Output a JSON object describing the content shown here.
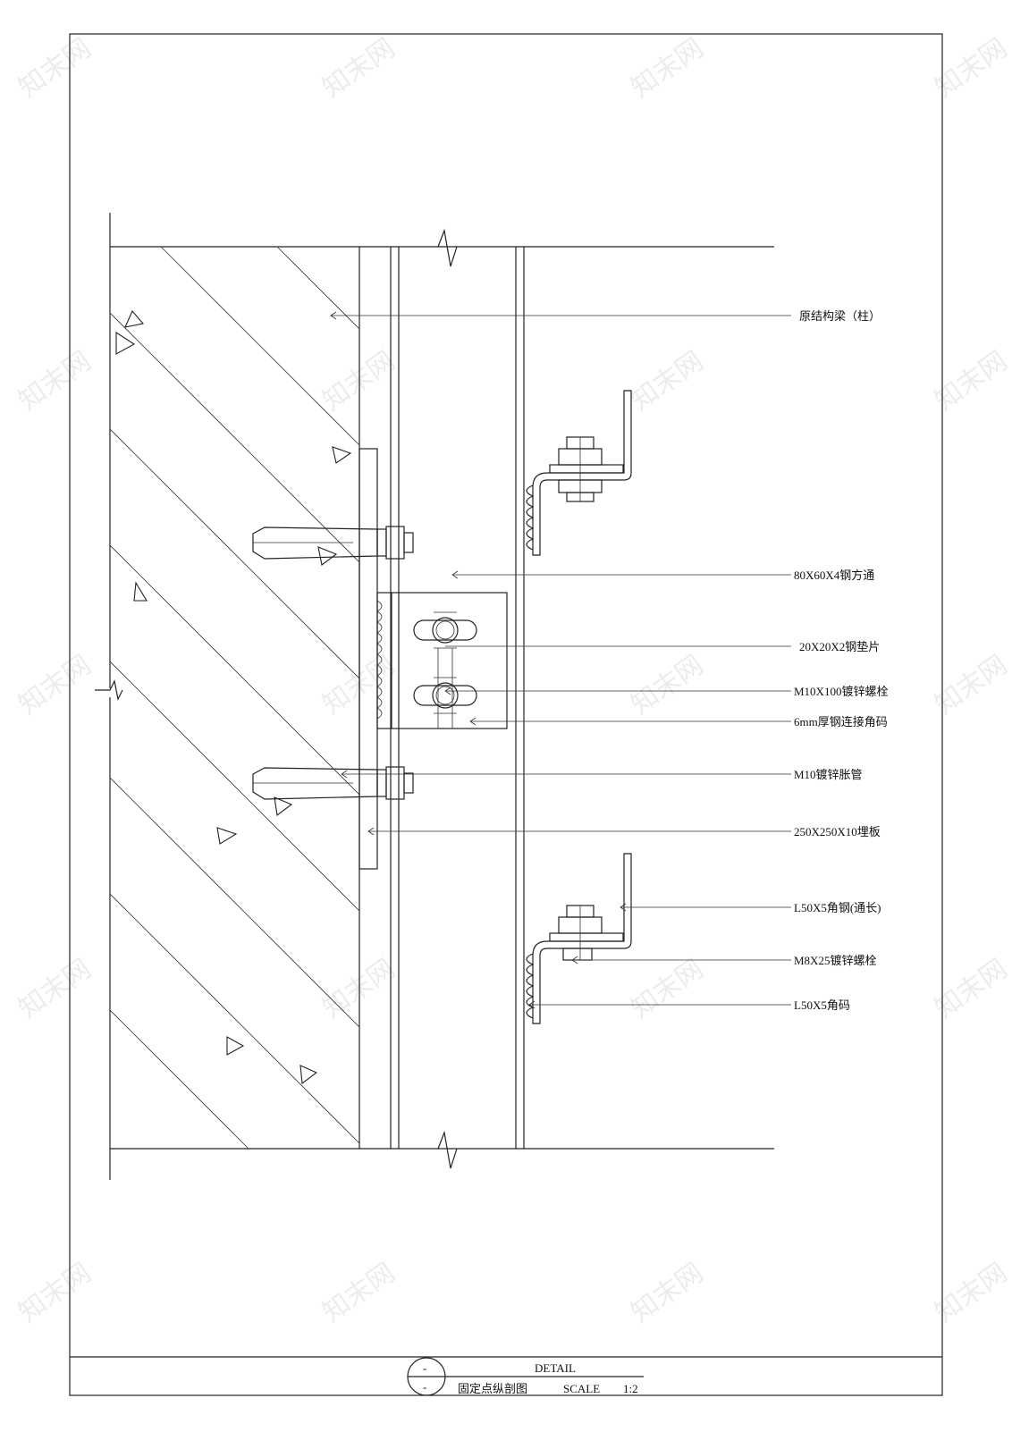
{
  "labels": [
    {
      "id": "beam",
      "text": "原结构梁（柱）"
    },
    {
      "id": "tube",
      "text": "80X60X4钢方通"
    },
    {
      "id": "shim",
      "text": "20X20X2钢垫片"
    },
    {
      "id": "bolt100",
      "text": "M10X100镀锌螺栓"
    },
    {
      "id": "cleat",
      "text": "6mm厚钢连接角码"
    },
    {
      "id": "anchor",
      "text": "M10镀锌胀管"
    },
    {
      "id": "plate",
      "text": "250X250X10埋板"
    },
    {
      "id": "angle_full",
      "text": "L50X5角钢(通长)"
    },
    {
      "id": "bolt25",
      "text": "M8X25镀锌螺栓"
    },
    {
      "id": "angle_clip",
      "text": "L50X5角码"
    }
  ],
  "title_block": {
    "marker_top": "-",
    "marker_bottom": "-",
    "heading": "DETAIL",
    "name": "固定点纵剖图",
    "scale_label": "SCALE",
    "scale_value": "1:2"
  },
  "watermark": {
    "text": "知末网"
  }
}
